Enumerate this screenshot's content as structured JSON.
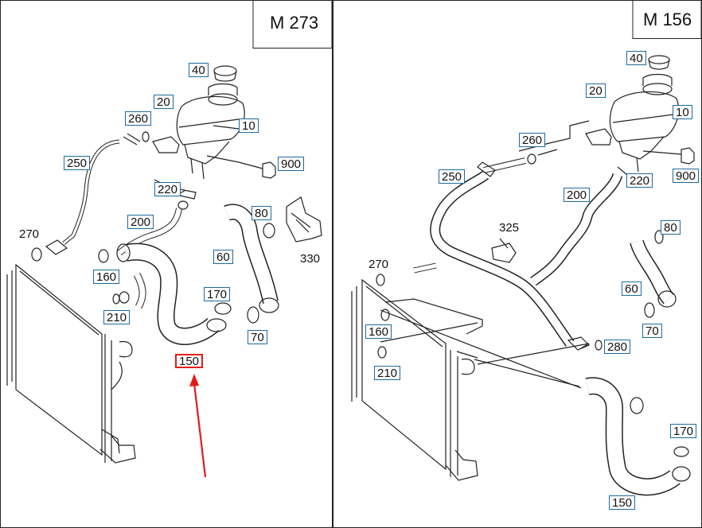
{
  "panels": [
    {
      "engine": "M 273",
      "callouts": [
        "40",
        "20",
        "260",
        "10",
        "250",
        "900",
        "220",
        "200",
        "80",
        "270",
        "60",
        "330",
        "160",
        "170",
        "210",
        "70",
        "150"
      ],
      "highlighted": "150"
    },
    {
      "engine": "M 156",
      "callouts": [
        "40",
        "20",
        "10",
        "260",
        "900",
        "250",
        "220",
        "200",
        "80",
        "325",
        "270",
        "60",
        "160",
        "70",
        "280",
        "210",
        "170",
        "150"
      ]
    }
  ],
  "colors": {
    "callout_border": "#1c6aa0",
    "highlight_border": "#e21b1b",
    "arrow": "#e21b1b",
    "line": "#222222"
  }
}
